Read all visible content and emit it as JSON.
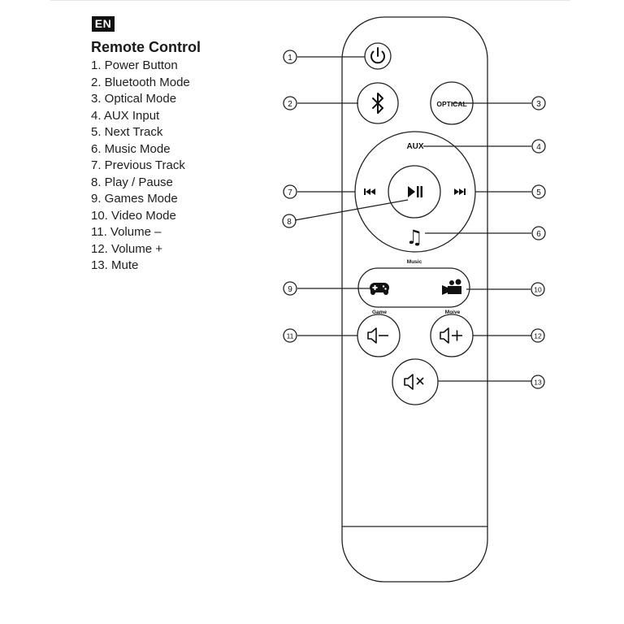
{
  "language_badge": "EN",
  "legend": {
    "title": "Remote Control",
    "items": [
      "1. Power Button",
      "2. Bluetooth Mode",
      "3. Optical Mode",
      "4. AUX Input",
      "5. Next Track",
      "6. Music Mode",
      "7. Previous Track",
      "8. Play / Pause",
      "9. Games Mode",
      "10. Video Mode",
      "11. Volume –",
      "12. Volume +",
      "13. Mute"
    ]
  },
  "remote": {
    "optical_label": "OPTICAL",
    "aux_label": "AUX",
    "music_label": "Music",
    "game_label": "Game",
    "movie_label": "Moive",
    "callouts": [
      "1",
      "2",
      "3",
      "4",
      "5",
      "6",
      "7",
      "8",
      "9",
      "10",
      "11",
      "12",
      "13"
    ]
  },
  "colors": {
    "line": "#222222",
    "badge_bg": "#111111",
    "badge_text": "#ffffff"
  },
  "icons": {
    "power": "power-icon",
    "bluetooth": "bluetooth-icon",
    "previous": "previous-track-icon",
    "play_pause": "play-pause-icon",
    "next": "next-track-icon",
    "music": "music-note-icon",
    "game": "gamepad-icon",
    "movie": "video-camera-icon",
    "volume_down": "volume-down-icon",
    "volume_up": "volume-up-icon",
    "mute": "mute-icon"
  }
}
